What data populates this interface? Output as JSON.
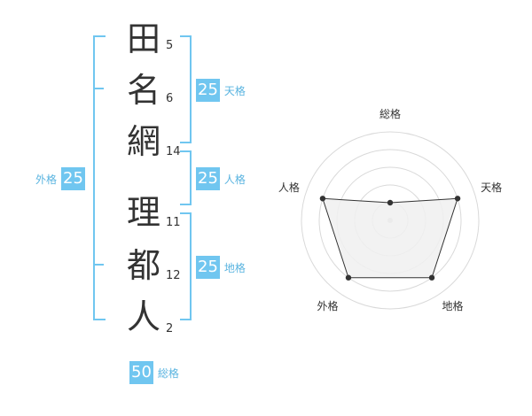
{
  "name": {
    "chars": [
      {
        "char": "田",
        "strokes": "5"
      },
      {
        "char": "名",
        "strokes": "6"
      },
      {
        "char": "網",
        "strokes": "14"
      },
      {
        "char": "理",
        "strokes": "11"
      },
      {
        "char": "都",
        "strokes": "12"
      },
      {
        "char": "人",
        "strokes": "2"
      }
    ]
  },
  "fortunes": {
    "tenkaku": {
      "value": "25",
      "label": "天格"
    },
    "jinkaku": {
      "value": "25",
      "label": "人格"
    },
    "chikaku": {
      "value": "25",
      "label": "地格"
    },
    "gaikaku": {
      "value": "25",
      "label": "外格"
    },
    "soukaku": {
      "value": "50",
      "label": "総格"
    }
  },
  "chart_data": {
    "type": "radar",
    "axes": [
      "総格",
      "天格",
      "地格",
      "外格",
      "人格"
    ],
    "values": [
      1,
      4,
      4,
      4,
      4
    ],
    "max": 5,
    "rings": 5
  },
  "colors": {
    "accent": "#70c6f0",
    "label": "#5ab4e0",
    "text": "#333333",
    "grid": "#d9d9d9",
    "fill": "#f0f0f0"
  }
}
